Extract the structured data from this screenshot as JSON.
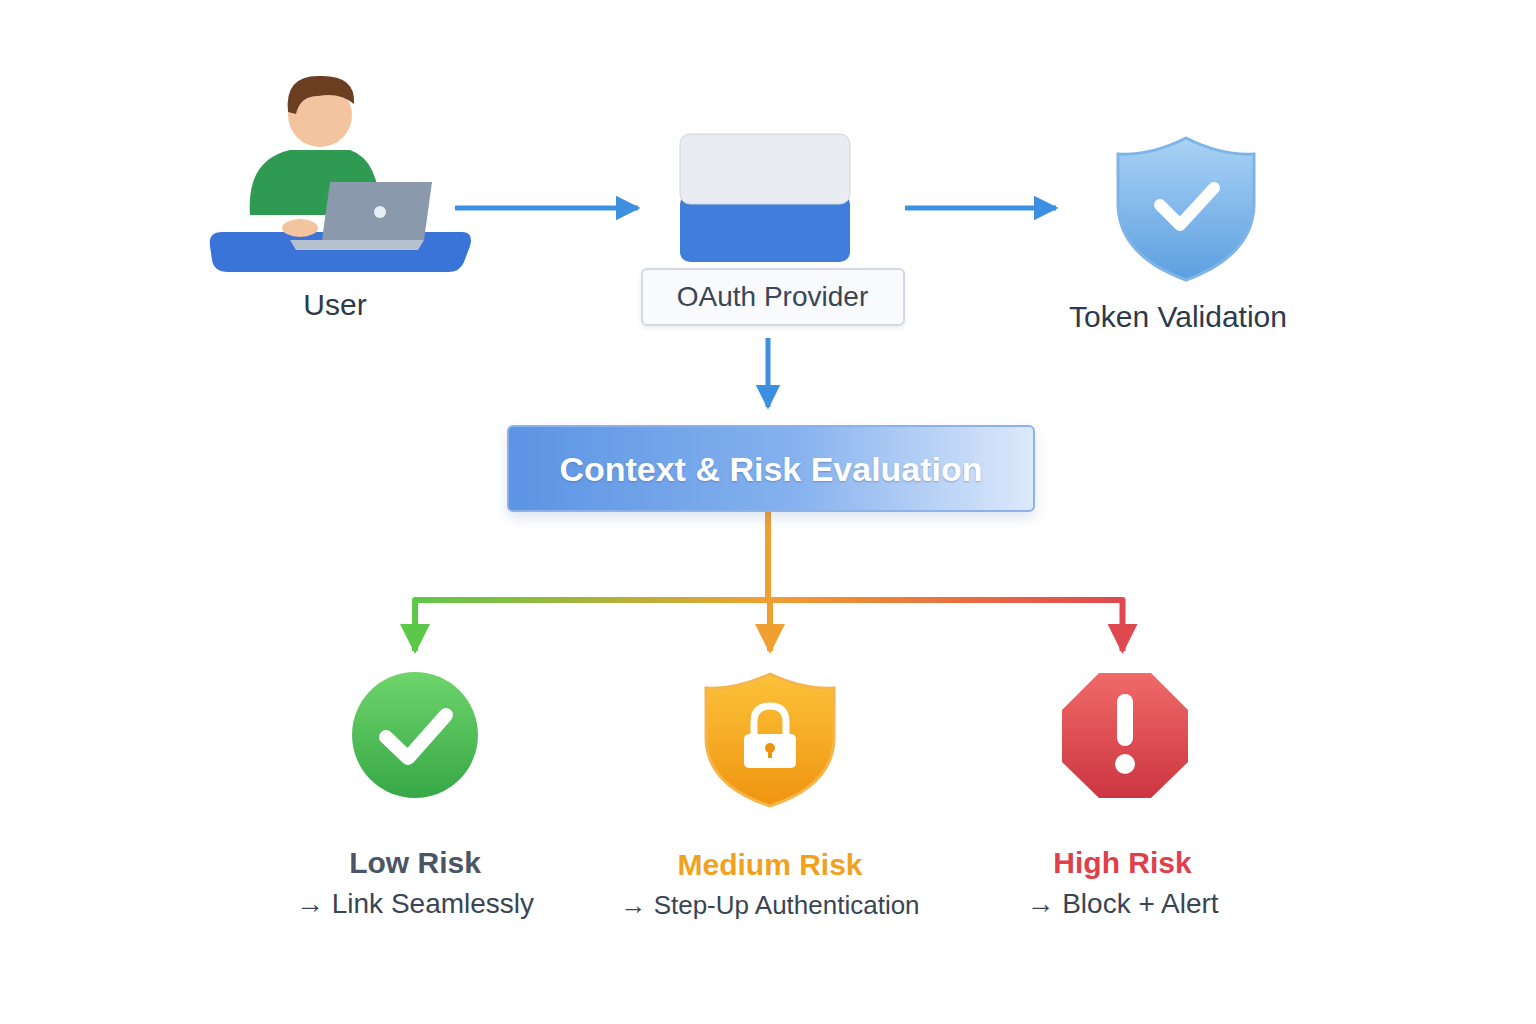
{
  "diagram": {
    "nodes": [
      {
        "text": [
          "User"
        ]
      },
      {
        "text": [
          "OAuth Provider"
        ]
      },
      {
        "text": [
          "Token Validation"
        ]
      },
      {
        "text": [
          "Context & Risk Evaluation"
        ]
      },
      {
        "text": [
          "Low Risk",
          "→ Link Seamlessly"
        ]
      },
      {
        "text": [
          "Medium Risk",
          "→ Step-Up Authentication"
        ]
      },
      {
        "text": [
          "High Risk",
          "→ Block + Alert"
        ]
      }
    ],
    "edges": [
      {
        "from": 0,
        "to": 1,
        "arrow": "to"
      },
      {
        "from": 1,
        "to": 2,
        "arrow": "to"
      },
      {
        "from": 1,
        "to": 3,
        "arrow": "to"
      },
      {
        "from": 3,
        "to": 4,
        "arrow": "to"
      },
      {
        "from": 3,
        "to": 5,
        "arrow": "to"
      },
      {
        "from": 3,
        "to": 6,
        "arrow": "to"
      }
    ]
  }
}
